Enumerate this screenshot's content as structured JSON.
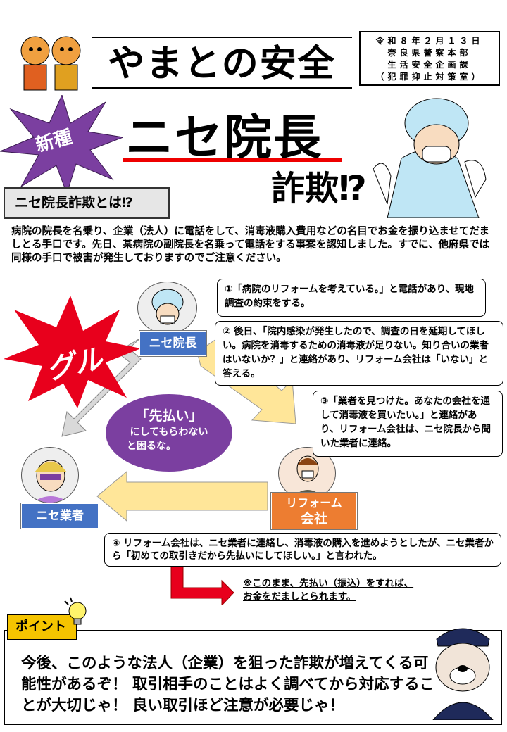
{
  "header": {
    "title": "やまとの安全",
    "info": [
      "令和８年２月１３日",
      "奈良県警察本部",
      "生活安全企画課",
      "（犯罪抑止対策室）"
    ]
  },
  "banner": {
    "badge": "新種",
    "title": "ニセ院長",
    "subtitle": "詐欺⁉"
  },
  "intro": {
    "heading": "ニセ院長詐欺とは⁉",
    "body": "病院の院長を名乗り、企業（法人）に電話をして、消毒液購入費用などの名目でお金を振り込ませてだましとる手口です。先日、某病院の副院長を名乗って電話をする事案を認知しました。すでに、他府県では同様の手口で被害が発生しておりますのでご注意ください。"
  },
  "diagram": {
    "collusion": "グル",
    "roles": {
      "fake_director": "ニセ院長",
      "fake_vendor": "ニセ業者",
      "reform_company_1": "リフォーム",
      "reform_company_2": "会社"
    },
    "speech": {
      "line1": "「先払い」",
      "line2": "にしてもらわない",
      "line3": "と困るな。"
    },
    "steps": [
      "①「病院のリフォームを考えている。」と電話があり、現地調査の約束をする。",
      "② 後日、「院内感染が発生したので、調査の日を延期してほしい。病院を消毒するための消毒液が足りない。知り合いの業者はいないか？」と連絡があり、リフォーム会社は「いない」と答える。",
      "③「業者を見つけた。あなたの会社を通して消毒液を買いたい。」と連絡があり、リフォーム会社は、ニセ院長から聞いた業者に連絡。"
    ],
    "step4_prefix": "④ リフォーム会社は、ニセ業者に連絡し、消毒液の購入を進めようとしたが、ニセ業者から",
    "step4_quote": "「初めての取引きだから先払いにしてほしい。」と言われた。",
    "note_line1": "※このまま、先払い（振込）をすれば、",
    "note_line2": "お金をだましとられます。"
  },
  "point": {
    "label": "ポイント",
    "text": "今後、このような法人（企業）を狙った詐欺が増えてくる可能性があるぞ！ 取引相手のことはよく調べてから対応することが大切じゃ！ 良い取引ほど注意が必要じゃ！"
  },
  "colors": {
    "purple": "#7b3fa0",
    "red": "#e8001c",
    "blue": "#4472c4",
    "orange": "#ed7d31",
    "yellow": "#ffe699",
    "gray": "#d9d9d9"
  }
}
